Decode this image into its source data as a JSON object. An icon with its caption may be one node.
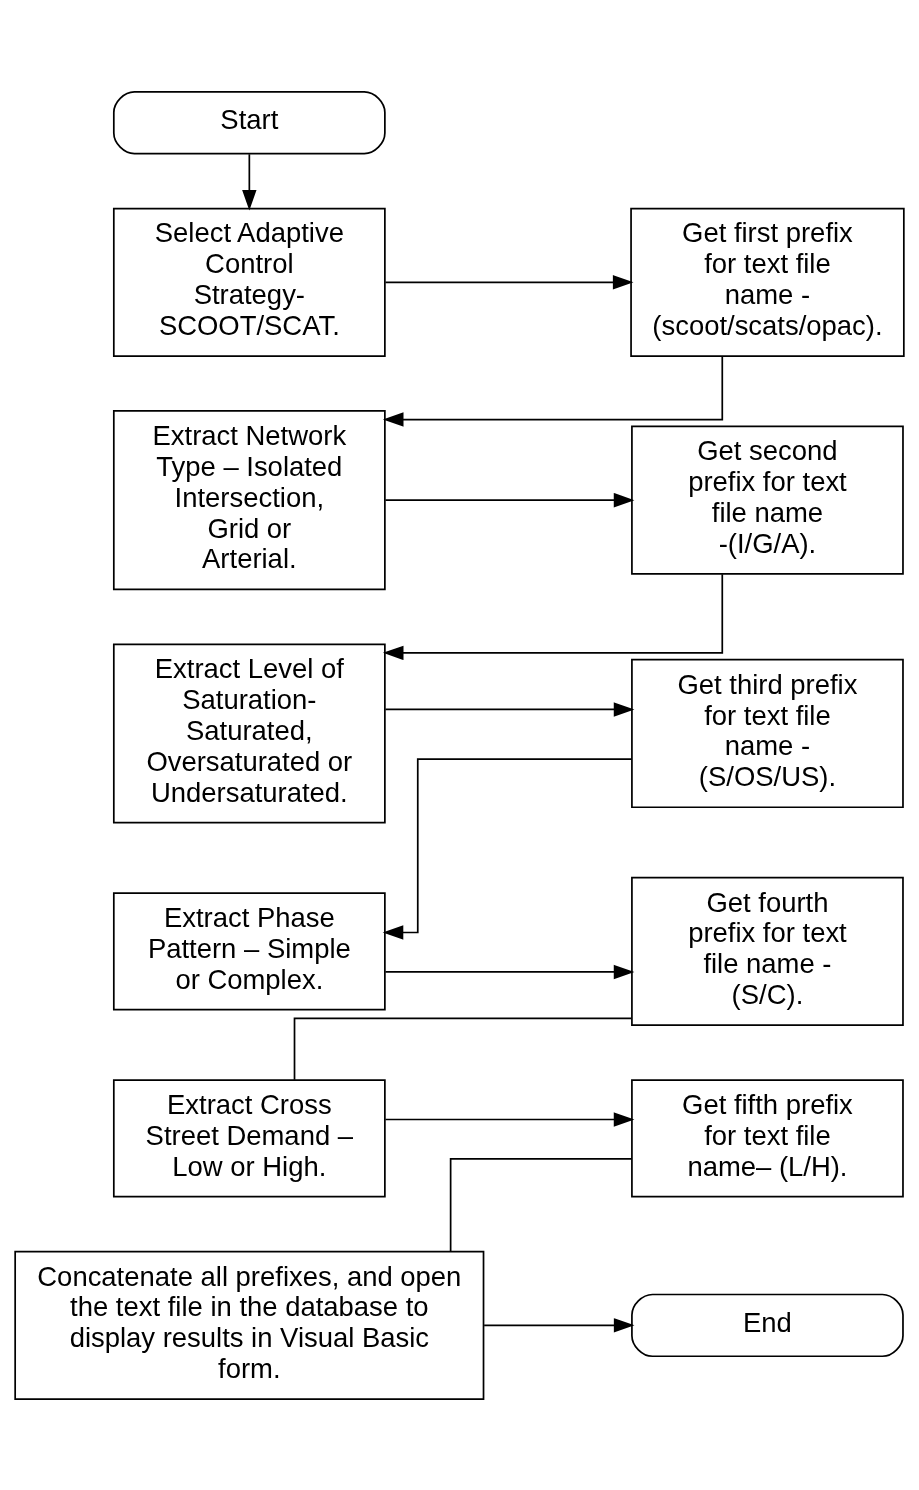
{
  "diagram": {
    "nodes": [
      {
        "text": [
          "Start"
        ]
      },
      {
        "text": [
          "Select Adaptive Control Strategy- SCOOT/SCAT."
        ]
      },
      {
        "text": [
          "Get first prefix for text file name - (scoot/scats/opac)."
        ]
      },
      {
        "text": [
          "Extract Network Type – Isolated Intersection, Grid or Arterial."
        ]
      },
      {
        "text": [
          "Get second prefix for text file name -(I/G/A)."
        ]
      },
      {
        "text": [
          "Extract Level of Saturation- Saturated, Oversaturated or Undersaturated."
        ]
      },
      {
        "text": [
          "Get third prefix for text file name - (S/OS/US)."
        ]
      },
      {
        "text": [
          "Extract Phase Pattern – Simple or Complex."
        ]
      },
      {
        "text": [
          "Get fourth prefix for text file name - (S/C)."
        ]
      },
      {
        "text": [
          "Extract Cross Street Demand – Low or High."
        ]
      },
      {
        "text": [
          "Get fifth prefix for text file name– (L/H)."
        ]
      },
      {
        "text": [
          "Concatenate all prefixes, and open the text file in the database to display results in Visual Basic form."
        ]
      },
      {
        "text": [
          "End"
        ]
      }
    ],
    "edges": [
      {
        "from": 0,
        "to": 1,
        "arrow": "to"
      },
      {
        "from": 1,
        "to": 2,
        "arrow": "to"
      },
      {
        "from": 2,
        "to": 3,
        "arrow": "to"
      },
      {
        "from": 3,
        "to": 4,
        "arrow": "to"
      },
      {
        "from": 4,
        "to": 5,
        "arrow": "to"
      },
      {
        "from": 5,
        "to": 6,
        "arrow": "to"
      },
      {
        "from": 6,
        "to": 7,
        "arrow": "to"
      },
      {
        "from": 7,
        "to": 8,
        "arrow": "to"
      },
      {
        "from": 8,
        "to": 9,
        "arrow": "none"
      },
      {
        "from": 9,
        "to": 10,
        "arrow": "to"
      },
      {
        "from": 10,
        "to": 11,
        "arrow": "none"
      },
      {
        "from": 11,
        "to": 12,
        "arrow": "to"
      }
    ]
  }
}
